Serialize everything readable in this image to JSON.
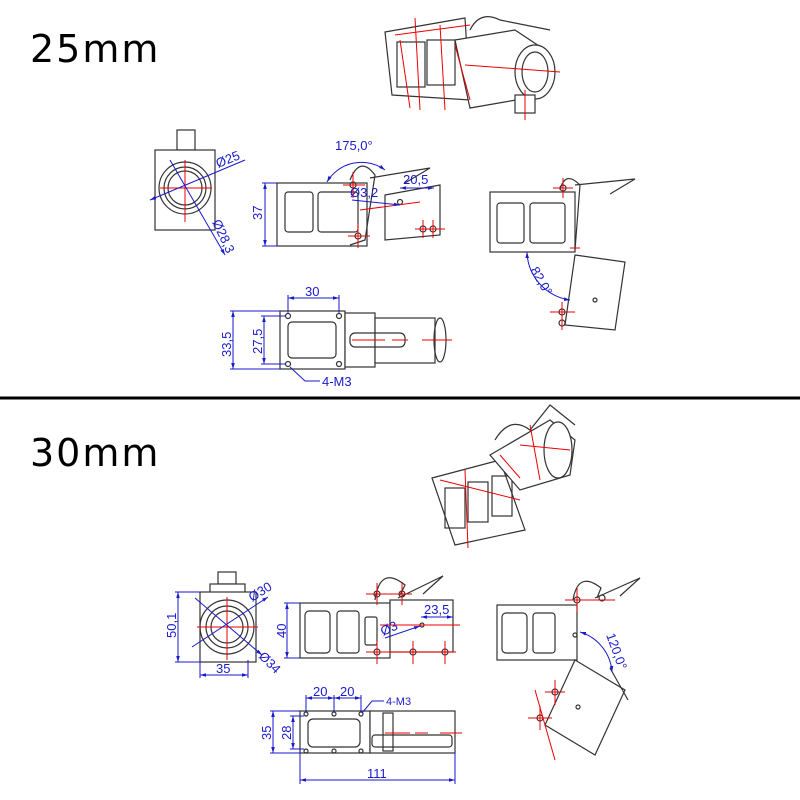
{
  "sections": [
    {
      "title": "25mm",
      "dims": {
        "front_dia_inner": "Ø25",
        "front_dia_outer": "Ø28,3",
        "side_angle": "175,0°",
        "side_hole": "Ø3,2",
        "side_offset": "20,5",
        "side_height": "37",
        "swing_angle": "82,0°",
        "top_width": "30",
        "top_outer": "33,5",
        "top_inner": "27,5",
        "top_holes": "4-M3"
      }
    },
    {
      "title": "30mm",
      "dims": {
        "front_dia_inner": "Ø30",
        "front_dia_outer": "Ø34",
        "front_height": "50,1",
        "front_width": "35",
        "side_hole": "Ø3",
        "side_offset": "23,5",
        "side_height": "40",
        "swing_angle": "120,0°",
        "top_spacing_1": "20",
        "top_spacing_2": "20",
        "top_holes": "4-M3",
        "top_outer": "35",
        "top_inner": "28",
        "top_length": "111"
      }
    }
  ],
  "colors": {
    "dimension": "#1a1acc",
    "centerline": "#e00000",
    "outline": "#333333"
  }
}
